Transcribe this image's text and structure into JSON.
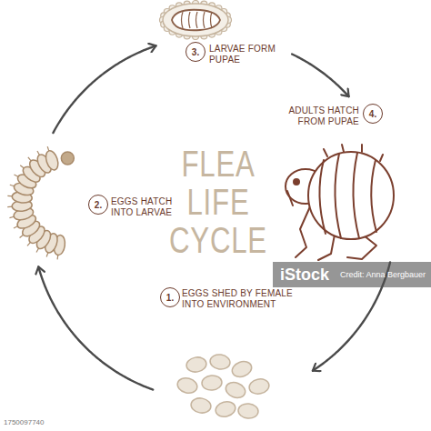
{
  "diagram": {
    "title": "FLEA LIFE CYCLE",
    "nodes": [
      {
        "text": [
          "1.",
          "EGGS SHED BY FEMALE INTO ENVIRONMENT"
        ]
      },
      {
        "text": [
          "2.",
          "EGGS HATCH INTO LARVAE"
        ]
      },
      {
        "text": [
          "3.",
          "LARVAE FORM PUPAE"
        ]
      },
      {
        "text": [
          "4.",
          "ADULTS HATCH FROM PUPAE"
        ]
      }
    ],
    "edges": [
      {
        "from": 0,
        "to": 1,
        "arrow": "to"
      },
      {
        "from": 1,
        "to": 2,
        "arrow": "to"
      },
      {
        "from": 2,
        "to": 3,
        "arrow": "to"
      },
      {
        "from": 3,
        "to": 0,
        "arrow": "to"
      }
    ],
    "labels": [
      "iStock",
      "Credit: Anna Bergbauer",
      "1750097740"
    ]
  }
}
